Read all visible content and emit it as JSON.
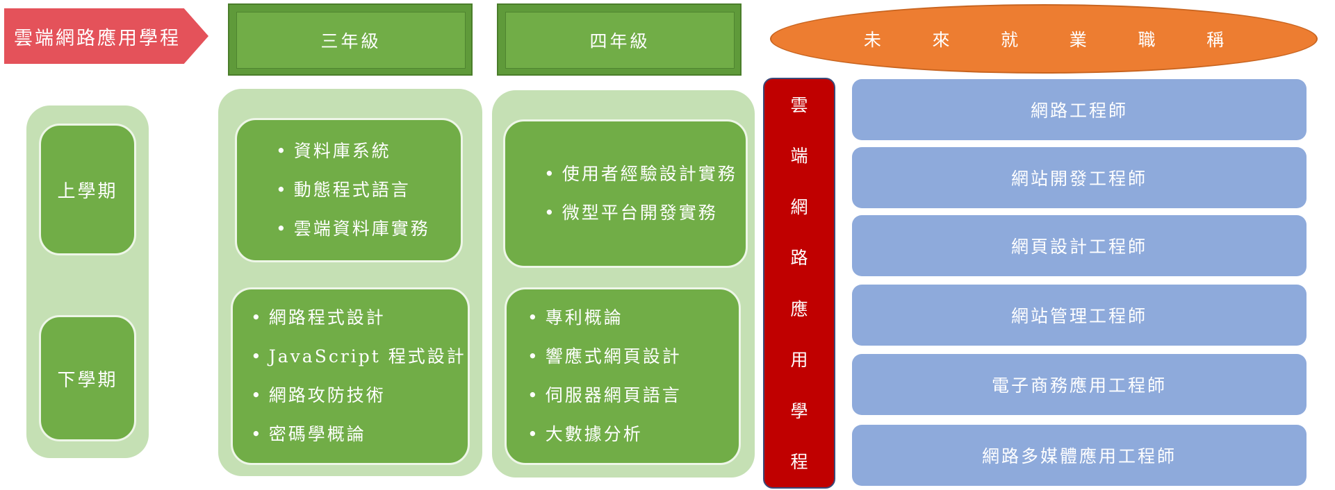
{
  "header": {
    "program_title": "雲端網路應用學程",
    "grade3_label": "三年級",
    "grade4_label": "四年級",
    "careers_title_chars": [
      "未",
      "來",
      "就",
      "業",
      "職",
      "稱"
    ]
  },
  "semesters": {
    "first": "上學期",
    "second": "下學期"
  },
  "grade3": {
    "first_semester_courses": [
      "資料庫系統",
      "動態程式語言",
      "雲端資料庫實務"
    ],
    "second_semester_courses": [
      "網路程式設計",
      "JavaScript 程式設計",
      "網路攻防技術",
      "密碼學概論"
    ]
  },
  "grade4": {
    "first_semester_courses": [
      "使用者經驗設計實務",
      "微型平台開發實務"
    ],
    "second_semester_courses": [
      "專利概論",
      "響應式網頁設計",
      "伺服器網頁語言",
      "大數據分析"
    ]
  },
  "vertical_label_chars": [
    "雲",
    "端",
    "網",
    "路",
    "應",
    "用",
    "學",
    "程"
  ],
  "careers": [
    "網路工程師",
    "網站開發工程師",
    "網頁設計工程師",
    "網站管理工程師",
    "電子商務應用工程師",
    "網路多媒體應用工程師"
  ],
  "colors": {
    "program_arrow": "#e4525a",
    "grade_header": "#71ad47",
    "panel_light_green": "#c5e0b4",
    "course_box_green": "#71ad47",
    "career_ellipse": "#ed7d31",
    "vertical_bar": "#c00000",
    "career_box_blue": "#8eaadb"
  }
}
